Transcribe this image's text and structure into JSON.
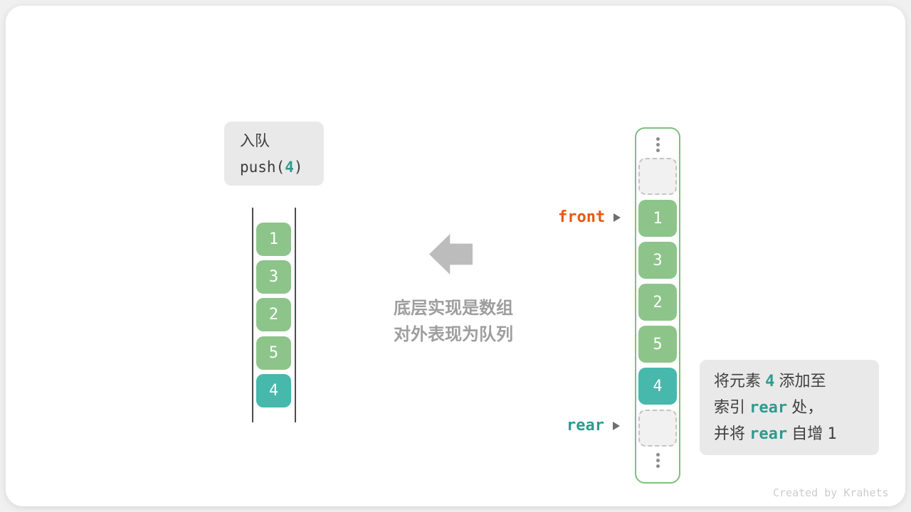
{
  "page": {
    "watermark": "Created by Krahets"
  },
  "colors": {
    "cell_green": "#8dc48a",
    "cell_teal": "#46b8ac",
    "front_orange": "#e8590f",
    "rear_teal": "#2f9a8f",
    "array_border_green": "#7ebf7e",
    "box_gray": "#e9e9e9",
    "arrow_gray": "#bcbcbc"
  },
  "enqueue_box": {
    "title": "入队",
    "code_prefix": "push(",
    "code_arg": "4",
    "code_suffix": ")"
  },
  "left_stack": {
    "cells": [
      {
        "value": "1",
        "type": "green"
      },
      {
        "value": "3",
        "type": "green"
      },
      {
        "value": "2",
        "type": "green"
      },
      {
        "value": "5",
        "type": "green"
      },
      {
        "value": "4",
        "type": "teal"
      }
    ]
  },
  "center": {
    "arrow_icon": "left-block-arrow",
    "caption_line1": "底层实现是数组",
    "caption_line2": "对外表现为队列"
  },
  "pointers": {
    "front_label": "front",
    "rear_label": "rear"
  },
  "array": {
    "cells": [
      {
        "type": "dots"
      },
      {
        "type": "empty"
      },
      {
        "value": "1",
        "type": "green"
      },
      {
        "value": "3",
        "type": "green"
      },
      {
        "value": "2",
        "type": "green"
      },
      {
        "value": "5",
        "type": "green"
      },
      {
        "value": "4",
        "type": "teal"
      },
      {
        "type": "empty"
      },
      {
        "type": "dots"
      }
    ]
  },
  "info_box": {
    "lines": [
      [
        {
          "t": "将元素 ",
          "s": ""
        },
        {
          "t": "4",
          "s": "code-accent"
        },
        {
          "t": " 添加至",
          "s": ""
        }
      ],
      [
        {
          "t": "索引 ",
          "s": ""
        },
        {
          "t": "rear",
          "s": "code-accent"
        },
        {
          "t": " 处，",
          "s": ""
        }
      ],
      [
        {
          "t": "并将 ",
          "s": ""
        },
        {
          "t": "rear",
          "s": "code-accent"
        },
        {
          "t": " 自增 ",
          "s": ""
        },
        {
          "t": "1",
          "s": "code-plain"
        }
      ]
    ]
  }
}
